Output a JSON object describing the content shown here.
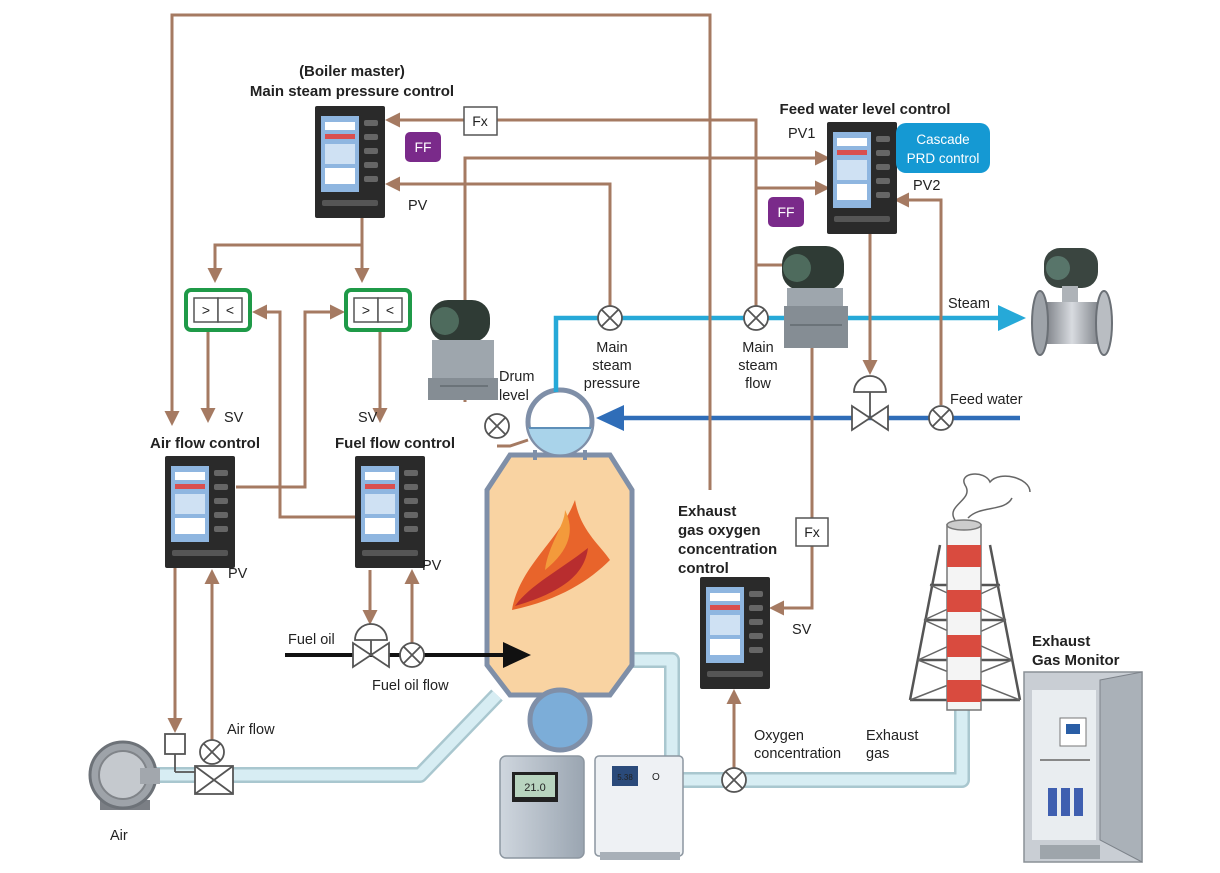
{
  "colors": {
    "signal": "#a57a62",
    "steam": "#26a9d8",
    "feed_water": "#2f6db8",
    "boiler_fill": "#f9d3a2",
    "boiler_stroke": "#7f8fa8",
    "duct": "#c9e4ec",
    "selector_border": "#1f9a48",
    "ff_badge": "#7a2a8a",
    "cascade_badge": "#1599d3",
    "controller_body": "#2a2a2a",
    "screen": "#8fb6e0"
  },
  "labels": {
    "boiler_master_line1": "(Boiler master)",
    "boiler_master_line2": "Main steam pressure control",
    "feed_water_title": "Feed water level control",
    "air_flow_title": "Air flow control",
    "fuel_flow_title": "Fuel flow control",
    "exhaust_oxygen_title": [
      "Exhaust",
      "gas oxygen",
      "concentration",
      "control"
    ],
    "exhaust_monitor_title": [
      "Exhaust",
      "Gas Monitor"
    ],
    "pv": "PV",
    "pv1": "PV1",
    "pv2": "PV2",
    "sv": "SV",
    "fx": "Fx",
    "ff": "FF",
    "cascade": [
      "Cascade",
      "PRD control"
    ],
    "selector_symbols": [
      "&gt;",
      "&lt;"
    ],
    "steam": "Steam",
    "feed_water": "Feed water",
    "drum_level": [
      "Drum",
      "level"
    ],
    "main_steam_pressure": [
      "Main",
      "steam",
      "pressure"
    ],
    "main_steam_flow": [
      "Main",
      "steam",
      "flow"
    ],
    "fuel_oil": "Fuel oil",
    "fuel_oil_flow": "Fuel oil flow",
    "air_flow": "Air flow",
    "air": "Air",
    "oxygen_concentration": [
      "Oxygen",
      "concentration"
    ],
    "exhaust_gas": [
      "Exhaust",
      "gas"
    ],
    "analyzer_display": "21.0",
    "converter_brand": "O",
    "converter_display": "5.38"
  }
}
